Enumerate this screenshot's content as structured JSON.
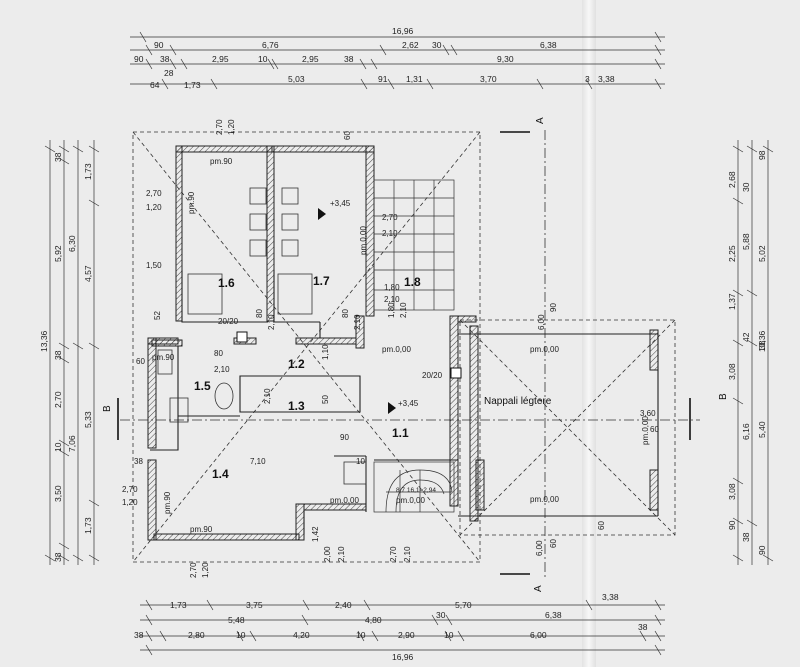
{
  "dims_top": {
    "row1": [
      "16,96"
    ],
    "row2": [
      "90",
      "6,76",
      "2,62",
      "30",
      "6,38"
    ],
    "row3": [
      "90",
      "38",
      "2,95",
      "10",
      "2,95",
      "38",
      "9,30"
    ],
    "row4": [
      "28",
      "64",
      "1,73",
      "5,03",
      "91",
      "1,31",
      "3,70",
      "3",
      "3,38"
    ]
  },
  "dims_bottom": {
    "row1": [
      "1,73",
      "3,75",
      "2,40",
      "5,70",
      "3,38"
    ],
    "row2": [
      "5,48",
      "4,80",
      "30",
      "6,38"
    ],
    "row3": [
      "38",
      "2,80",
      "10",
      "4,20",
      "10",
      "2,90",
      "10",
      "6,00",
      "38"
    ],
    "row4": [
      "16,96"
    ]
  },
  "dims_left": {
    "outer": [
      "13,36"
    ],
    "col_a": [
      "38",
      "5,92",
      "38",
      "2,70",
      "10",
      "3,50",
      "38"
    ],
    "col_b": [
      "6,30",
      "7,06"
    ],
    "col_c": [
      "1,73",
      "4,57",
      "5,33",
      "1,73"
    ]
  },
  "dims_right": {
    "outer": [
      "13,36"
    ],
    "col_a": [
      "98",
      "2,68",
      "30",
      "5,88",
      "1,37",
      "3,08",
      "6,16",
      "3,08",
      "90",
      "90"
    ],
    "col_b": [
      "2,25",
      "42",
      "5,02",
      "38",
      "5,40",
      "38"
    ]
  },
  "rooms": [
    {
      "id": "1.1",
      "label": "1.1"
    },
    {
      "id": "1.2",
      "label": "1.2"
    },
    {
      "id": "1.3",
      "label": "1.3"
    },
    {
      "id": "1.4",
      "label": "1.4"
    },
    {
      "id": "1.5",
      "label": "1.5"
    },
    {
      "id": "1.6",
      "label": "1.6"
    },
    {
      "id": "1.7",
      "label": "1.7"
    },
    {
      "id": "1.8",
      "label": "1.8"
    }
  ],
  "labels": {
    "nappali": "Nappali légtere",
    "elev_a": "+3,45",
    "elev_b": "+3,45",
    "section_a": "A",
    "section_b": "B",
    "pm_090": "pm.90",
    "pm_000": "pm.0,00"
  },
  "annotations": {
    "a1": "2,70",
    "a2": "1,20",
    "a3": "60",
    "a4": "2,70",
    "a5": "1,20",
    "a6": "pm.90",
    "a7": "1,50",
    "a8": "52",
    "a9": "20/20",
    "a10": "80",
    "a11": "2,10",
    "a12": "80",
    "a13": "2,10",
    "a14": "2,70",
    "a15": "2,10",
    "a16": "1,80",
    "a17": "2,10",
    "a18": "1,80",
    "a19": "2,10",
    "a20": "6,00",
    "a21": "90",
    "a22": "60",
    "a23": "pm.90",
    "a24": "80",
    "a25": "2,10",
    "a26": "1,10",
    "a27": "2,10",
    "a28": "50",
    "a29": "20/20",
    "a30": "3,60",
    "a31": "60",
    "a32": "90",
    "a33": "38",
    "a34": "7,10",
    "a35": "10",
    "a36": "2,70",
    "a37": "1,20",
    "a38": "1,42",
    "a39": "2,00",
    "a40": "2,10",
    "a41": "2,70",
    "a42": "2,10",
    "a43": "6,00",
    "a44": "60",
    "a45": "2,70",
    "a46": "1,20",
    "a47": "60",
    "a48": "8,7 16,1=2,94"
  }
}
